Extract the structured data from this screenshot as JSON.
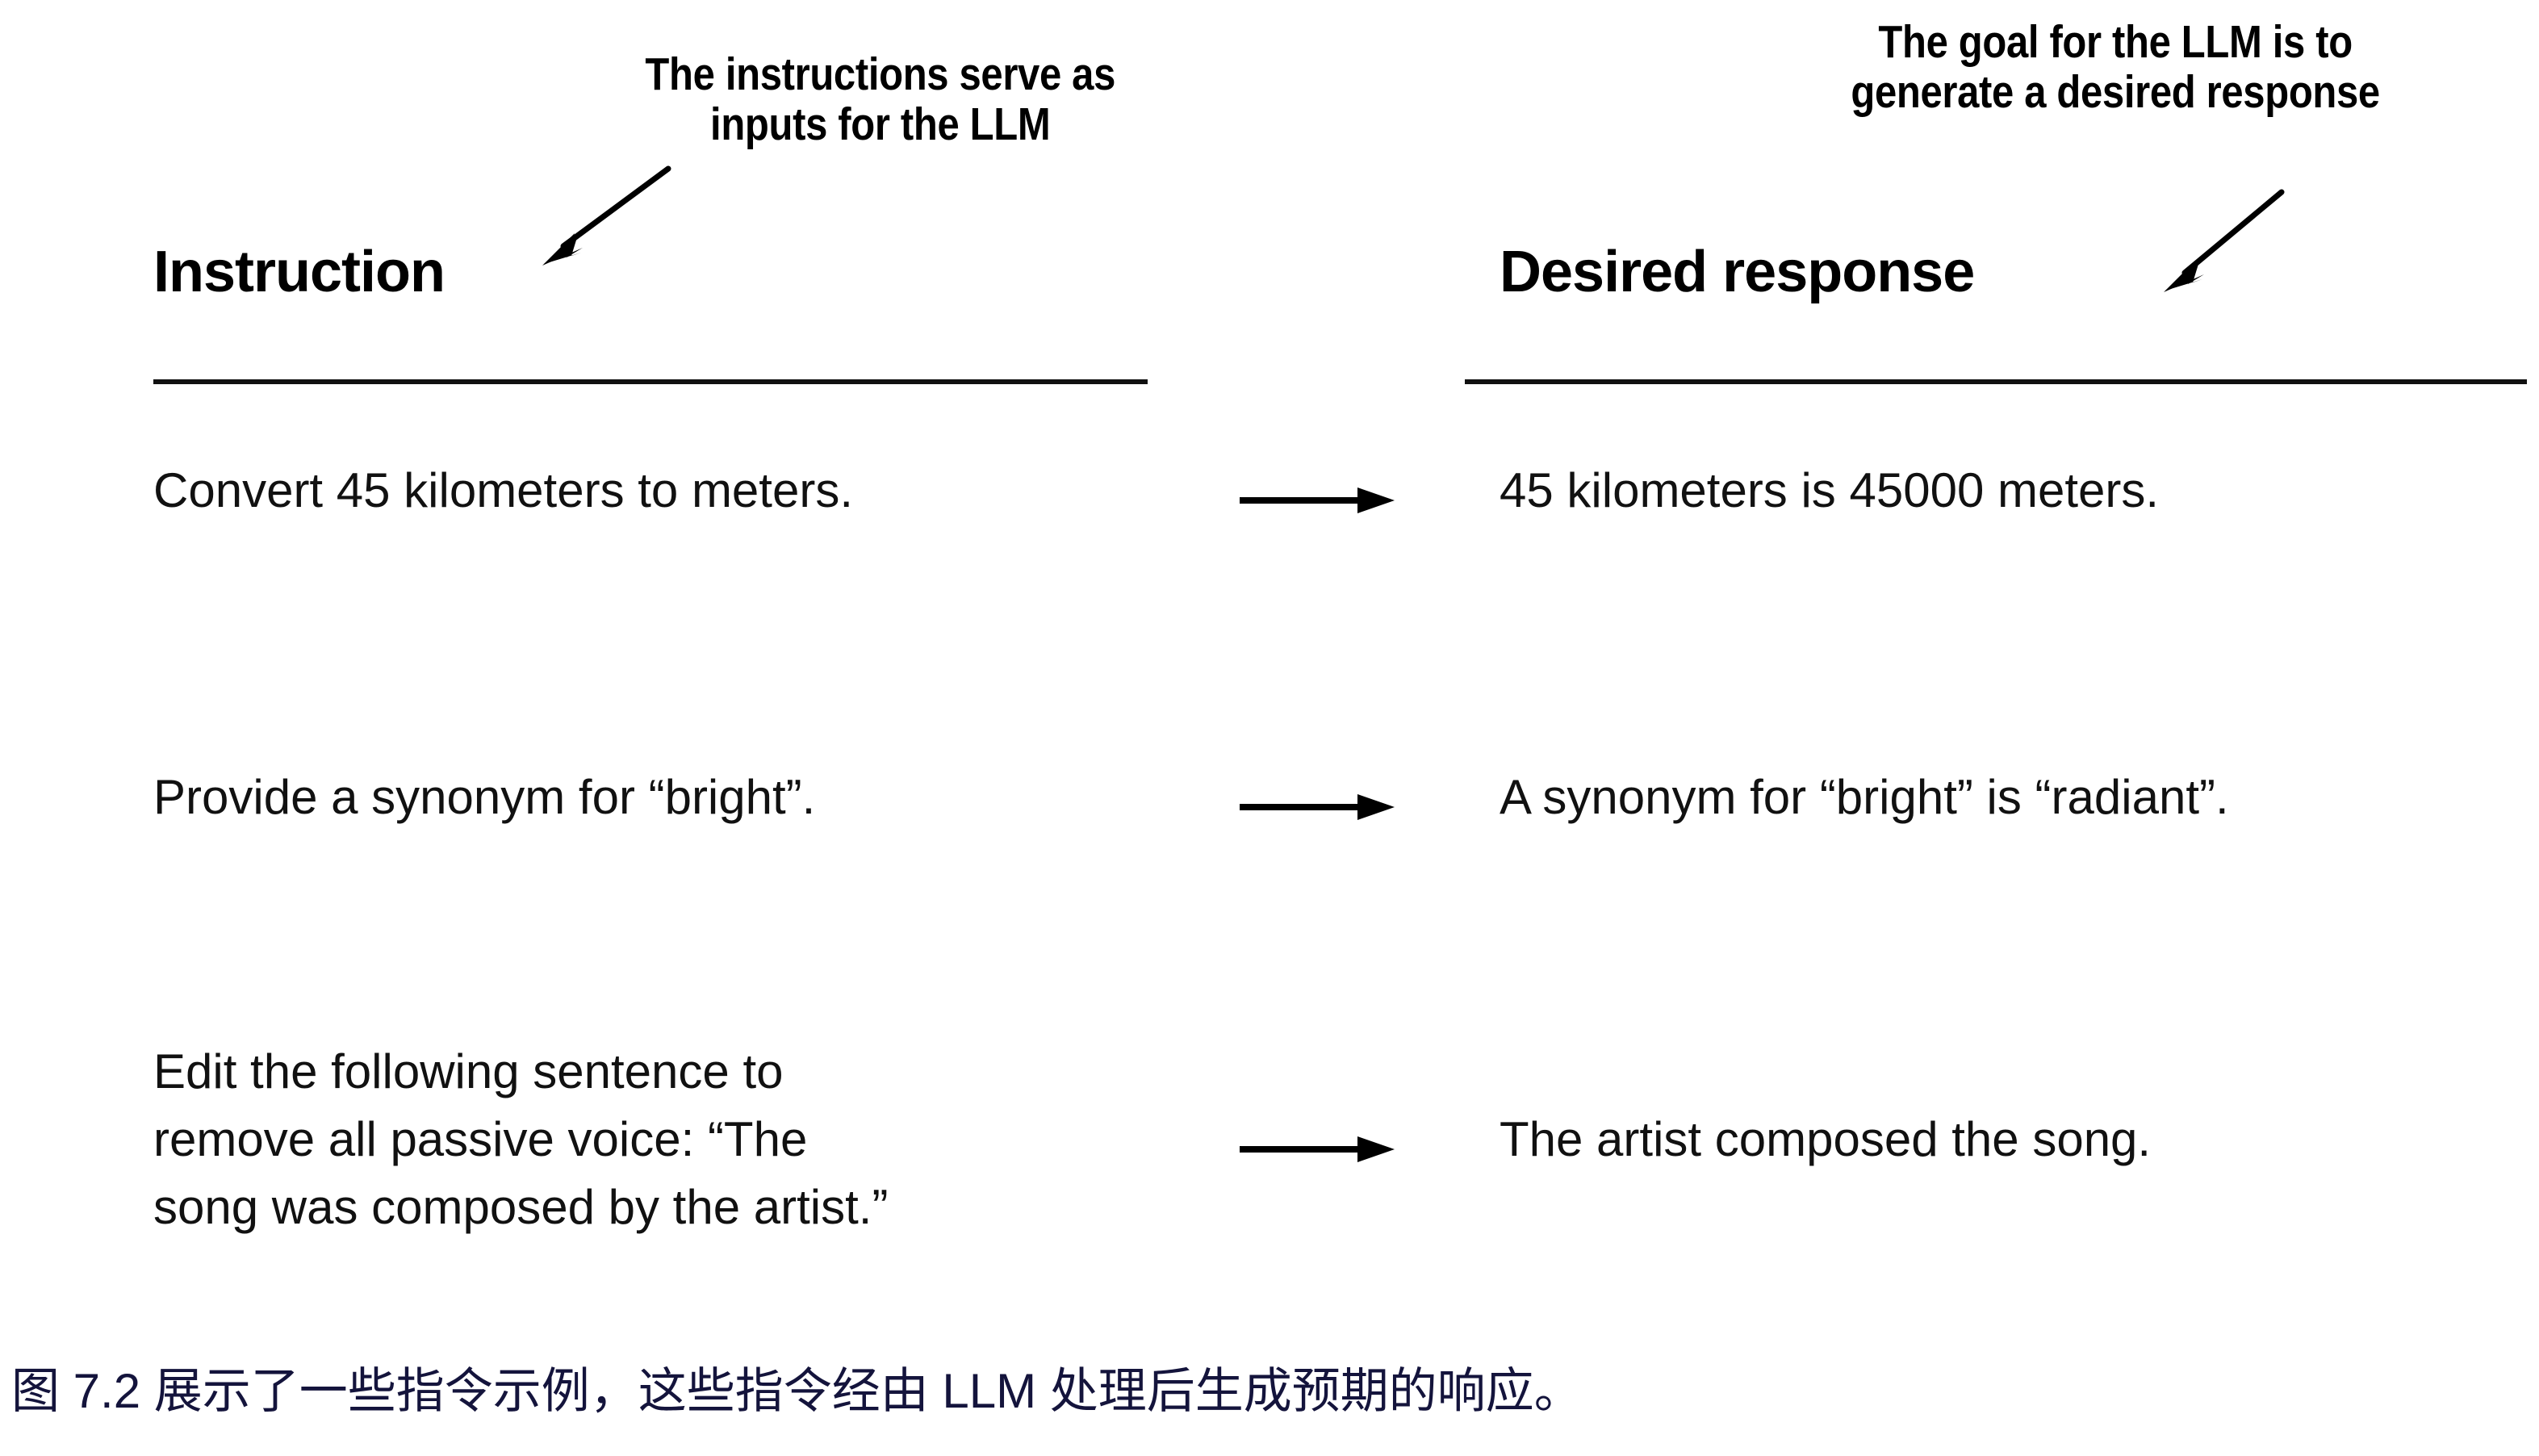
{
  "figure": {
    "background_color": "#ffffff",
    "ink_color": "#000000",
    "caption_color": "#14143c"
  },
  "annotations": {
    "instruction_callout": {
      "lines": [
        "The instructions serve as",
        "inputs for the LLM"
      ],
      "arrow_icon": "arrow-down-left-icon"
    },
    "response_callout": {
      "lines": [
        "The goal for the LLM is to",
        "generate a desired response"
      ],
      "arrow_icon": "arrow-down-left-icon"
    }
  },
  "table": {
    "headers": {
      "instruction": "Instruction",
      "response": "Desired response"
    },
    "rows": [
      {
        "instruction": "Convert 45 kilometers to meters.",
        "response": "45 kilometers is 45000 meters.",
        "arrow_icon": "arrow-right-icon"
      },
      {
        "instruction": "Provide a synonym for “bright”.",
        "response": "A synonym for “bright” is “radiant”.",
        "arrow_icon": "arrow-right-icon"
      },
      {
        "instruction": "Edit the following sentence to\nremove all passive voice: “The\nsong was composed by the artist.”",
        "response": "The artist composed the song.",
        "arrow_icon": "arrow-right-icon"
      }
    ]
  },
  "caption": {
    "text": "图 7.2 展示了一些指令示例，这些指令经由 LLM 处理后生成预期的响应。"
  }
}
